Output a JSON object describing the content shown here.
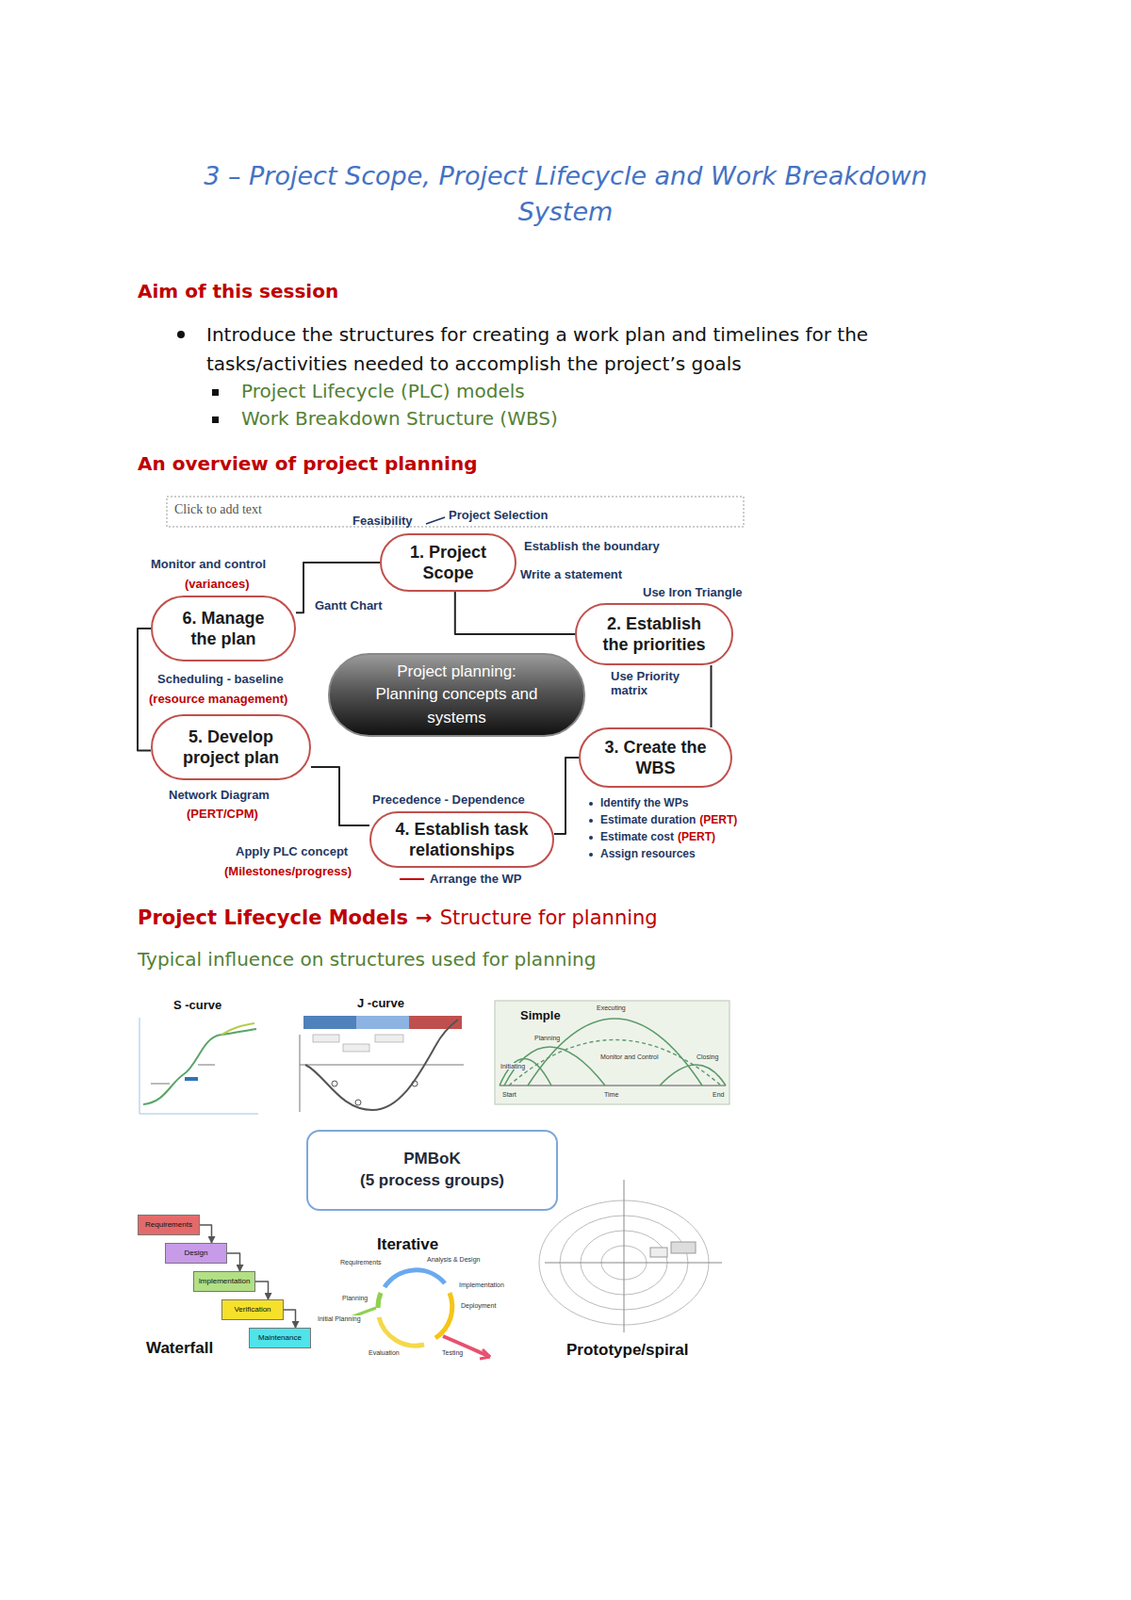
{
  "diagram": {
    "title": "3 – Project Scope, Project Lifecycle and Work Breakdown System",
    "nodes": [
      {
        "text": [
          "1. Project Scope"
        ]
      },
      {
        "text": [
          "2. Establish the priorities"
        ]
      },
      {
        "text": [
          "3. Create the WBS"
        ]
      },
      {
        "text": [
          "4. Establish task relationships"
        ]
      },
      {
        "text": [
          "5. Develop project plan"
        ]
      },
      {
        "text": [
          "6. Manage the plan"
        ]
      },
      {
        "text": [
          "Project planning: Planning concepts and systems"
        ]
      },
      {
        "text": [
          "PMBoK",
          "(5 process groups)"
        ]
      },
      {
        "text": [
          "Requirements"
        ]
      },
      {
        "text": [
          "Design"
        ]
      },
      {
        "text": [
          "Implementation"
        ]
      },
      {
        "text": [
          "Verification"
        ]
      },
      {
        "text": [
          "Maintenance"
        ]
      }
    ],
    "edges": [
      {
        "from": 0,
        "to": 1,
        "arrow": "none"
      },
      {
        "from": 1,
        "to": 2,
        "arrow": "none"
      },
      {
        "from": 2,
        "to": 3,
        "arrow": "none"
      },
      {
        "from": 3,
        "to": 4,
        "arrow": "none"
      },
      {
        "from": 4,
        "to": 5,
        "arrow": "none"
      },
      {
        "from": 5,
        "to": 0,
        "arrow": "none"
      },
      {
        "from": 8,
        "to": 9,
        "arrow": "to"
      },
      {
        "from": 9,
        "to": 10,
        "arrow": "to"
      },
      {
        "from": 10,
        "to": 11,
        "arrow": "to"
      },
      {
        "from": 11,
        "to": 12,
        "arrow": "to"
      }
    ],
    "labels": [
      "Aim of this session",
      "Introduce the structures for creating a work plan and timelines for the tasks/activities needed to accomplish the project’s goals",
      "Project Lifecycle (PLC) models",
      "Work Breakdown Structure (WBS)",
      "An overview of project planning",
      "Click to add text",
      "Feasibility",
      "Project Selection",
      "Establish the boundary",
      "Write a statement",
      "Use Iron Triangle",
      "Use Priority matrix",
      "Identify the WPs",
      "Estimate duration",
      "(PERT)",
      "Estimate cost",
      "(PERT)",
      "Assign resources",
      "Precedence - Dependence",
      "Arrange the WP",
      "Apply PLC concept",
      "(Milestones/progress)",
      "Network Diagram",
      "(PERT/CPM)",
      "Scheduling - baseline",
      "(resource management)",
      "Monitor and control",
      "(variances)",
      "Gantt Chart",
      "Project Lifecycle Models",
      "→",
      "Structure for planning",
      "Typical influence on structures used for planning",
      "S -curve",
      "J -curve",
      "Simple",
      "Initiating",
      "Planning",
      "Executing",
      "Monitor and Control",
      "Closing",
      "Start",
      "Time",
      "End",
      "Iterative",
      "Requirements",
      "Analysis & Design",
      "Implementation",
      "Deployment",
      "Testing",
      "Evaluation",
      "Planning",
      "Initial Planning",
      "Waterfall",
      "Prototype/spiral"
    ]
  }
}
